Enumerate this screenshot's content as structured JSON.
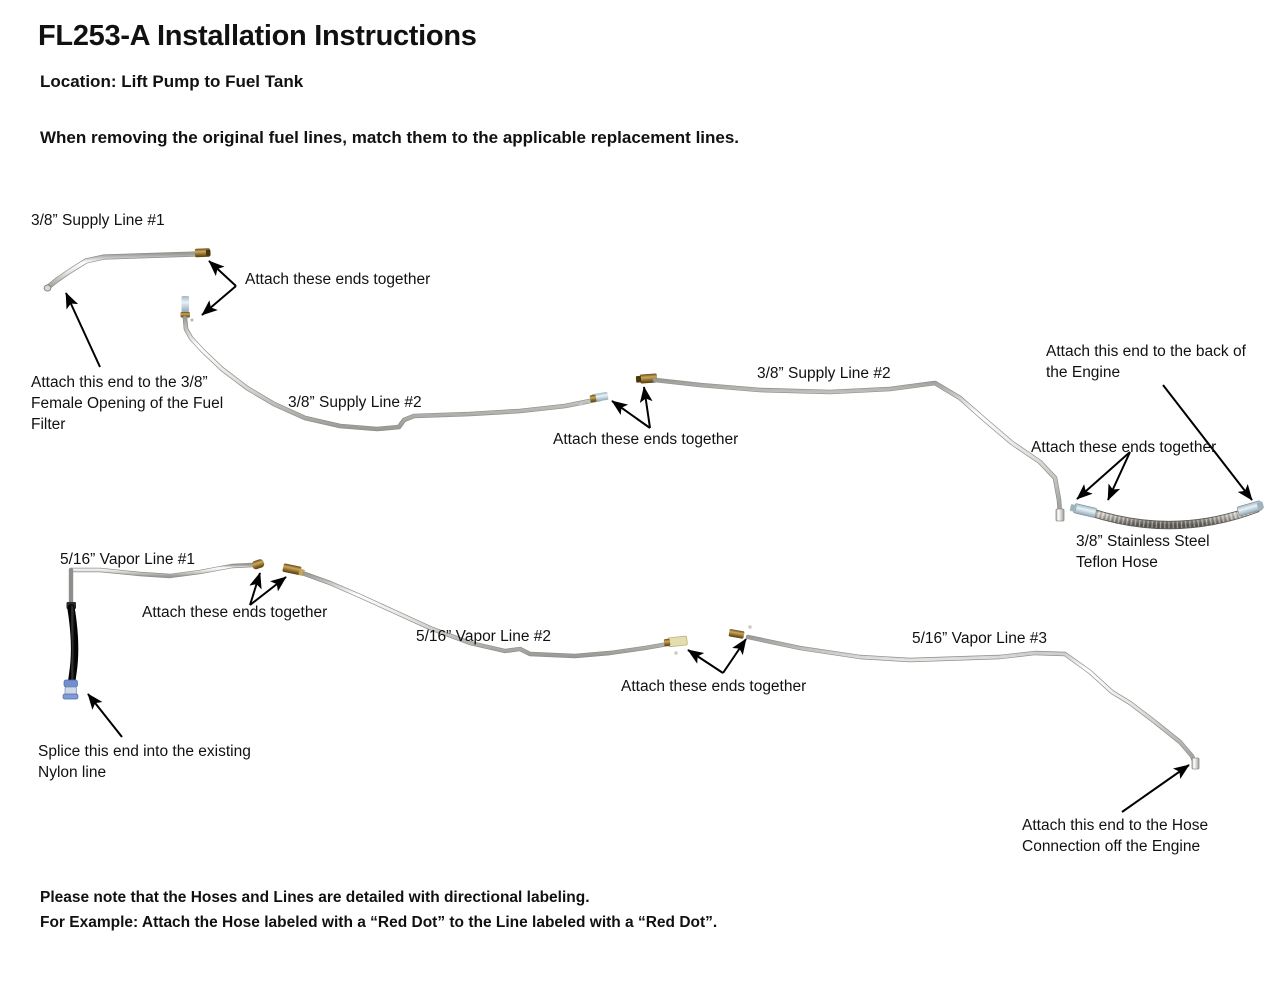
{
  "document": {
    "title": "FL253-A Installation Instructions",
    "subtitle": "Location: Lift Pump to Fuel Tank",
    "lead": "When removing the original fuel lines, match them to the applicable replacement lines.",
    "footer_line1": "Please note that the Hoses and Lines are detailed with directional labeling.",
    "footer_line2": "For Example: Attach the Hose labeled with a “Red Dot” to the Line labeled with a “Red Dot”."
  },
  "labels": {
    "supply_line_1": "3/8” Supply Line #1",
    "supply_line_2_left": "3/8” Supply Line #2",
    "supply_line_2_right": "3/8” Supply Line #2",
    "teflon_hose_l1": "3/8” Stainless Steel",
    "teflon_hose_l2": "Teflon Hose",
    "vapor_line_1": "5/16” Vapor Line #1",
    "vapor_line_2": "5/16” Vapor Line #2",
    "vapor_line_3": "5/16” Vapor Line #3"
  },
  "callouts": {
    "attach_ends_1": "Attach  these ends together",
    "attach_ends_2": "Attach  these ends together",
    "attach_ends_3": "Attach  these ends together",
    "attach_ends_4": "Attach  these ends together",
    "attach_ends_5": "Attach  these ends together",
    "fuel_filter_l1": "Attach this end to the 3/8”",
    "fuel_filter_l2": "Female Opening of the Fuel",
    "fuel_filter_l3": "Filter",
    "back_engine_l1": "Attach this end to the back of",
    "back_engine_l2": "the Engine",
    "splice_nylon_l1": "Splice this end into the existing",
    "splice_nylon_l2": "Nylon line",
    "hose_connection_l1": "Attach this end to the Hose",
    "hose_connection_l2": "Connection off the Engine"
  },
  "colors": {
    "tube_light": "#f2f2f0",
    "tube_mid": "#c9c9c5",
    "tube_dark": "#8d8d89",
    "brass": "#7a5a22",
    "brass_light": "#b99a4e",
    "zinc": "#bcd2dc",
    "rubber_black": "#141414",
    "quick_connect_blue": "#6f8fd0",
    "braid": "#9a978e",
    "text": "#111111"
  }
}
